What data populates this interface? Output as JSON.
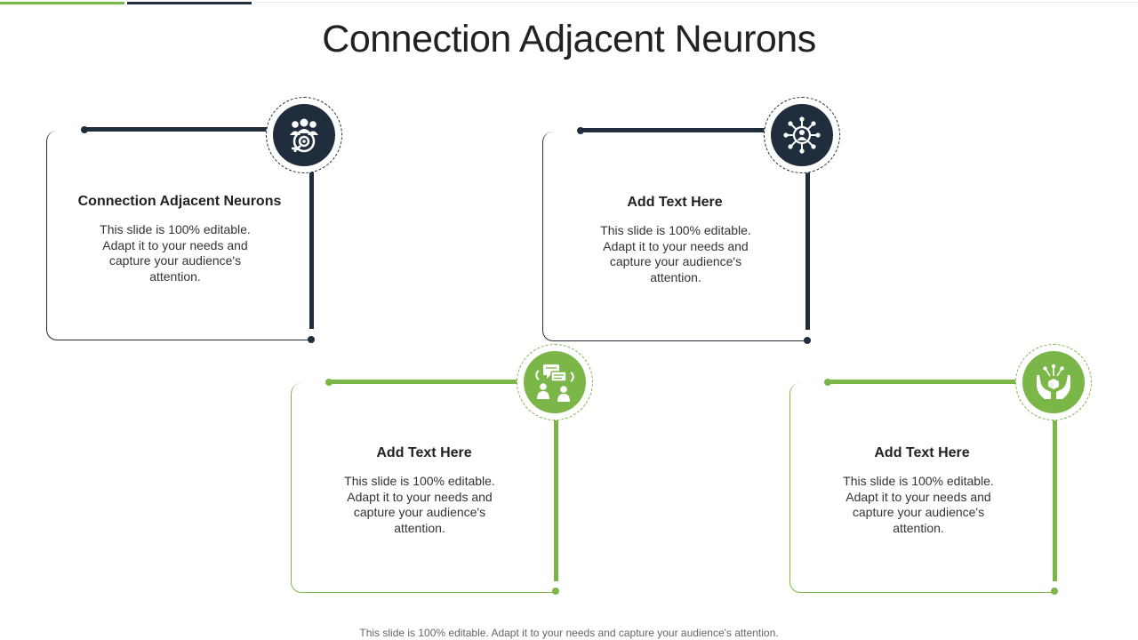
{
  "slide": {
    "title": "Connection Adjacent Neurons",
    "footer": "This slide is 100% editable. Adapt it to your needs and capture your audience's attention."
  },
  "colors": {
    "navy": "#1f2d3d",
    "green": "#7ab648"
  },
  "cards": [
    {
      "title": "Connection Adjacent Neurons",
      "body": "This slide is 100% editable. Adapt it to your needs and capture your audience's attention.",
      "icon": "team-target-icon",
      "color": "navy"
    },
    {
      "title": "Add Text Here",
      "body": "This slide is 100% editable. Adapt it to your needs and capture your audience's attention.",
      "icon": "network-person-icon",
      "color": "navy"
    },
    {
      "title": "Add Text Here",
      "body": "This slide is 100% editable. Adapt it to your needs and capture your audience's attention.",
      "icon": "discussion-icon",
      "color": "green"
    },
    {
      "title": "Add Text Here",
      "body": "This slide is 100% editable. Adapt it to your needs and capture your audience's attention.",
      "icon": "hands-care-icon",
      "color": "green"
    }
  ]
}
